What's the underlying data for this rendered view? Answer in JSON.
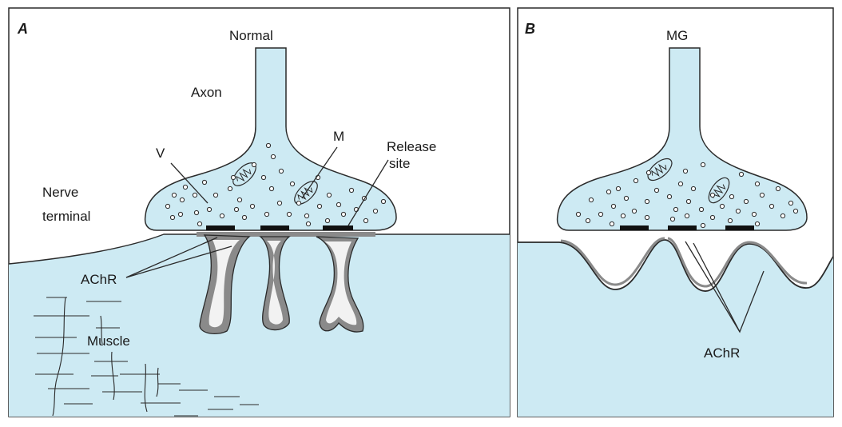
{
  "panel_a": {
    "letter": "A",
    "title": "Normal",
    "labels": {
      "axon": "Axon",
      "vesicle": "V",
      "mitochondrion": "M",
      "release_site_line1": "Release",
      "release_site_line2": "site",
      "nerve_terminal_line1": "Nerve",
      "nerve_terminal_line2": "terminal",
      "achr": "AChR",
      "muscle": "Muscle"
    }
  },
  "panel_b": {
    "letter": "B",
    "title": "MG",
    "labels": {
      "achr": "AChR"
    }
  },
  "colors": {
    "fill": "#cdeaf3",
    "outline": "#2a2a2a",
    "membrane": "#8a8a8a",
    "cleft": "#f2f2f2",
    "release_site": "#111111"
  }
}
